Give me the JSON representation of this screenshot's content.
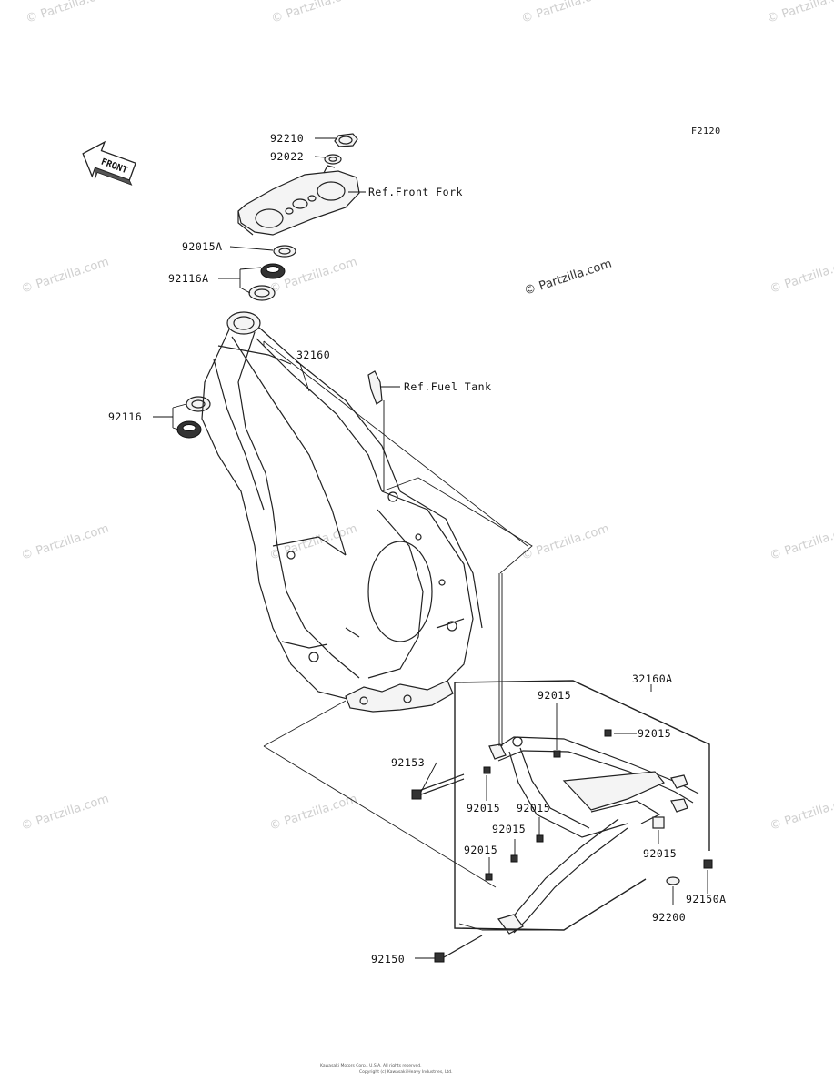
{
  "figure_id": "F2120",
  "front_arrow_label": "FRONT",
  "watermark_text": "© Partzilla.com",
  "parts": {
    "p92210": "92210",
    "p92022": "92022",
    "ref_front_fork": "Ref.Front Fork",
    "p92015A": "92015A",
    "p92116A": "92116A",
    "p32160": "32160",
    "ref_fuel_tank": "Ref.Fuel Tank",
    "p92116": "92116",
    "p32160A": "32160A",
    "p92015_top": "92015",
    "p92015_right_top": "92015",
    "p92153": "92153",
    "p92015_mid_left": "92015",
    "p92015_mid_right": "92015",
    "p92015_center": "92015",
    "p92015_lower_left": "92015",
    "p92015_right": "92015",
    "p92150A": "92150A",
    "p92200": "92200",
    "p92150": "92150"
  },
  "footer": {
    "line1": "Kawasaki Motors Corp., U.S.A. All rights reserved.",
    "line2": "Copyright (c) Kawasaki Heavy Industries, Ltd."
  }
}
